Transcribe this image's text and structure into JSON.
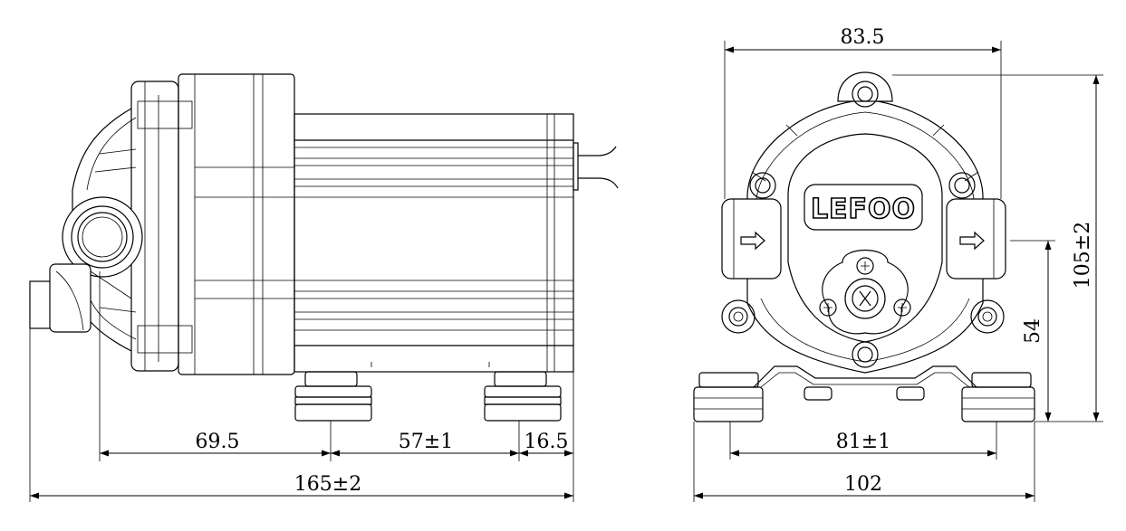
{
  "side_view": {
    "dimensions": {
      "d1": "69.5",
      "d2": "57±1",
      "d3": "16.5",
      "overall": "165±2"
    }
  },
  "front_view": {
    "logo": "LEFOO",
    "dimensions": {
      "width_top": "83.5",
      "height_total": "105±2",
      "port_height": "54",
      "mount_spacing": "81±1",
      "base_width": "102"
    }
  }
}
